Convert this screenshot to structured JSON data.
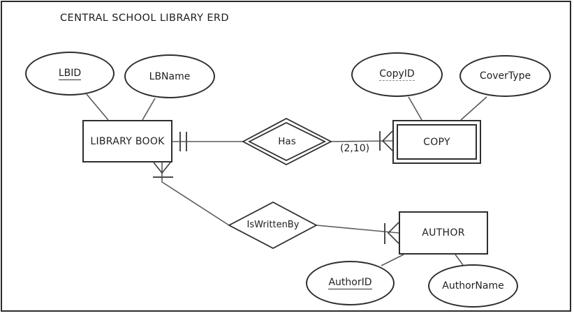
{
  "title": "CENTRAL SCHOOL LIBRARY ERD",
  "entities": {
    "library_book": {
      "name": "LIBRARY BOOK",
      "notation": "strong-entity-rectangle"
    },
    "copy": {
      "name": "COPY",
      "notation": "weak-entity-double-rectangle"
    },
    "author": {
      "name": "AUTHOR",
      "notation": "strong-entity-rectangle"
    }
  },
  "relationships": {
    "has": {
      "name": "Has",
      "notation": "identifying-relationship-double-diamond",
      "cardinality": "(2,10)",
      "library_book_end": "one-and-only-one (double bar)",
      "copy_end": "one-to-many (bar + crow's foot)"
    },
    "is_written_by": {
      "name": "IsWrittenBy",
      "notation": "relationship-diamond",
      "library_book_end": "many mandatory (crow's foot + bar)",
      "author_end": "one-to-many (bar + crow's foot)"
    }
  },
  "attributes": {
    "lbid": {
      "name": "LBID",
      "key": "primary-key-solid-underline"
    },
    "lbname": {
      "name": "LBName",
      "key": "none"
    },
    "copy_id": {
      "name": "CopyID",
      "key": "partial-key-dashed-underline"
    },
    "cover_type": {
      "name": "CoverType",
      "key": "none"
    },
    "author_id": {
      "name": "AuthorID",
      "key": "primary-key-solid-underline"
    },
    "author_name": {
      "name": "AuthorName",
      "key": "none"
    }
  },
  "colors": {
    "background": "#ffffff",
    "shape_ink": "#2e2e2e",
    "connector_line": "#5a5a5a",
    "cardinality_bar": "#4a4a4a"
  }
}
